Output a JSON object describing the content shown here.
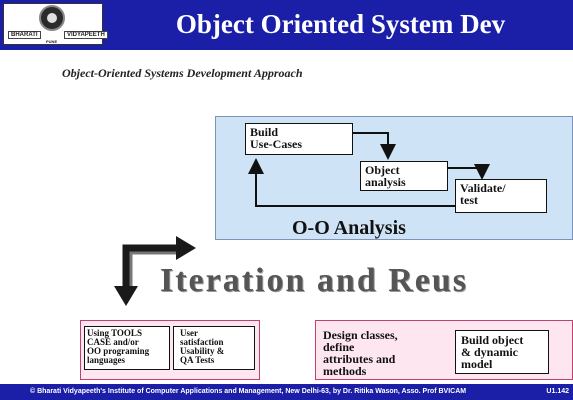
{
  "header": {
    "title": "Object Oriented System Dev",
    "logo": {
      "left_text": "BHARATI",
      "right_text": "VIDYAPEETH",
      "bottom_text": "PUNE"
    }
  },
  "slide": {
    "subtitle": "Object-Oriented Systems Development Approach",
    "analysis": {
      "label": "O-O Analysis",
      "steps": [
        {
          "line1": "Build",
          "line2": "Use-Cases"
        },
        {
          "line1": "Object",
          "line2": "analysis"
        },
        {
          "line1": "Validate/",
          "line2": "test"
        }
      ]
    },
    "iteration_text": "Iteration and Reus",
    "bottom_left": {
      "tools": [
        "Using TOOLS",
        "CASE and/or",
        "OO programing",
        "languages"
      ],
      "user": [
        "User",
        "satisfaction",
        "Usability &",
        "QA Tests"
      ]
    },
    "bottom_right": {
      "design": [
        "Design classes,",
        "define",
        "attributes and",
        "methods"
      ],
      "build": [
        "Build object",
        "& dynamic",
        "model"
      ]
    }
  },
  "footer": {
    "text": "© Bharati Vidyapeeth's Institute of Computer Applications and Management, New Delhi-63, by Dr. Ritika Wason, Asso. Prof BVICAM",
    "page": "U1.142"
  },
  "colors": {
    "header_bg": "#1b1fa8",
    "analysis_bg": "#cfe3f6",
    "pink_bg": "#fde6ef"
  }
}
